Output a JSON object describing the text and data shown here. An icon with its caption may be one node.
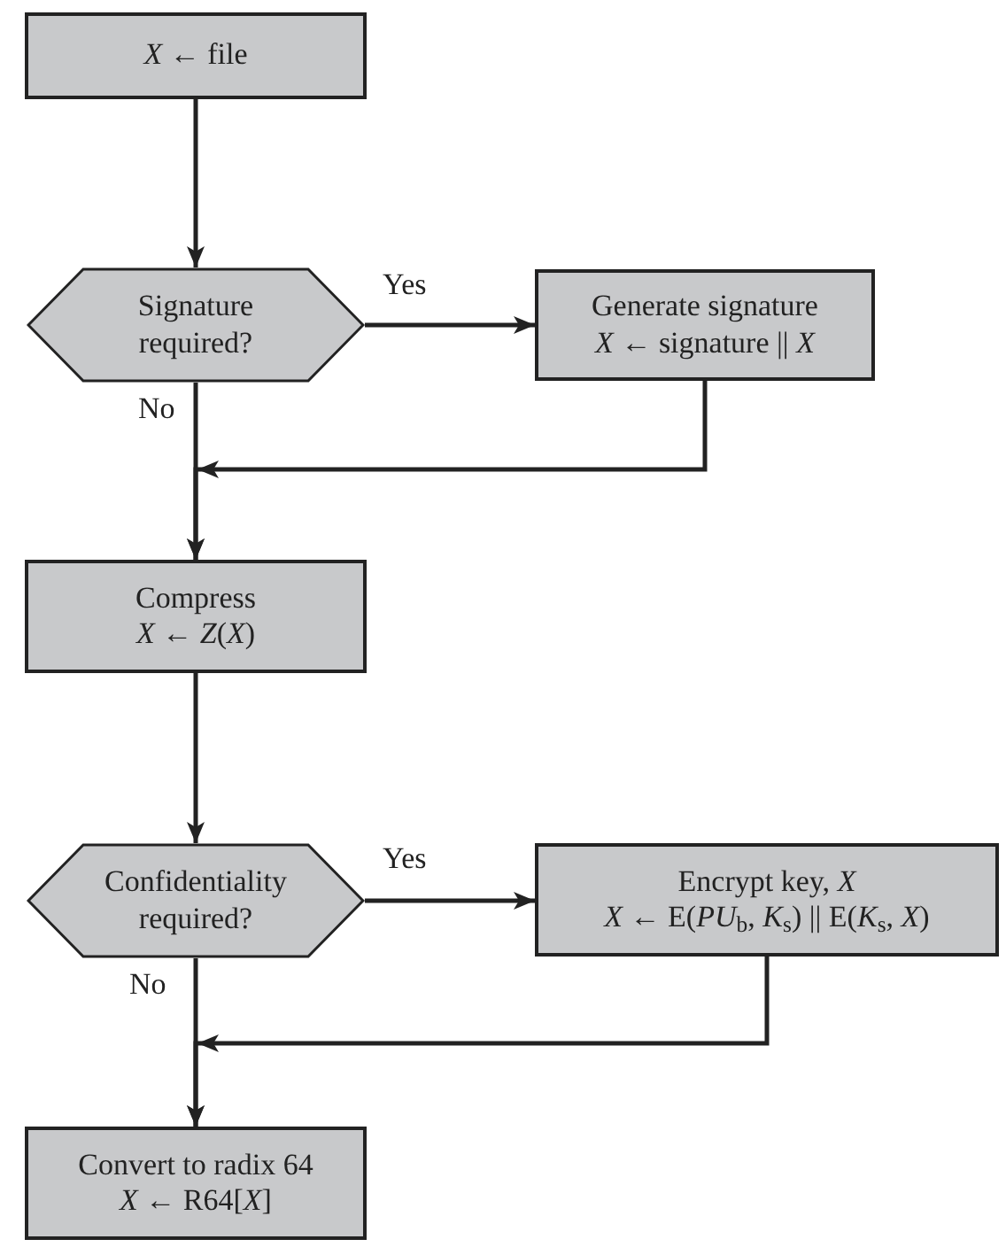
{
  "diagram": {
    "nodes": [
      {
        "text": [
          "*X* ← file"
        ]
      },
      {
        "text": [
          "Signature required?"
        ]
      },
      {
        "text": [
          "Generate signature",
          "*X* ← signature || *X*"
        ]
      },
      {
        "text": [
          "Compress",
          "*X* ← *Z*(*X*)"
        ]
      },
      {
        "text": [
          "Confidentiality required?"
        ]
      },
      {
        "text": [
          "Encrypt key, *X*",
          "*X* ← E(*PU*$_{b}$, *K*$_{s}$) || E(*K*$_{s}$, *X*)"
        ]
      },
      {
        "text": [
          "Convert to radix 64",
          "*X* ← R64[*X*]"
        ]
      }
    ],
    "edges": [
      {
        "from": 0,
        "to": 1,
        "arrow": "to"
      },
      {
        "from": 1,
        "to": 2,
        "arrow": "to",
        "label": "Yes"
      },
      {
        "from": 1,
        "to": 3,
        "arrow": "to",
        "label": "No"
      },
      {
        "from": 2,
        "to": 3,
        "arrow": "to"
      },
      {
        "from": 3,
        "to": 4,
        "arrow": "to"
      },
      {
        "from": 4,
        "to": 5,
        "arrow": "to",
        "label": "Yes"
      },
      {
        "from": 4,
        "to": 6,
        "arrow": "to",
        "label": "No"
      },
      {
        "from": 5,
        "to": 6,
        "arrow": "to"
      }
    ]
  }
}
